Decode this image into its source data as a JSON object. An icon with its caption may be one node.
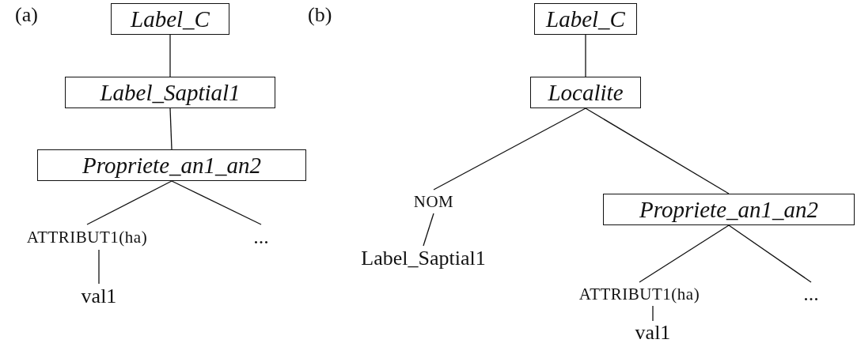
{
  "diagram": {
    "nodes": [
      {
        "text": [
          "Label_C"
        ]
      },
      {
        "text": [
          "Label_Saptial1"
        ]
      },
      {
        "text": [
          "Propriete_an1_an2"
        ]
      },
      {
        "text": [
          "ATTRIBUT1(ha)"
        ]
      },
      {
        "text": [
          "..."
        ]
      },
      {
        "text": [
          "val1"
        ]
      },
      {
        "text": [
          "Label_C"
        ]
      },
      {
        "text": [
          "Localite"
        ]
      },
      {
        "text": [
          "NOM"
        ]
      },
      {
        "text": [
          "Propriete_an1_an2"
        ]
      },
      {
        "text": [
          "Label_Saptial1"
        ]
      },
      {
        "text": [
          "ATTRIBUT1(ha)"
        ]
      },
      {
        "text": [
          "..."
        ]
      },
      {
        "text": [
          "val1"
        ]
      }
    ],
    "edges": [
      {
        "from": 0,
        "to": 1,
        "arrow": "none"
      },
      {
        "from": 1,
        "to": 2,
        "arrow": "none"
      },
      {
        "from": 2,
        "to": 3,
        "arrow": "none"
      },
      {
        "from": 2,
        "to": 4,
        "arrow": "none"
      },
      {
        "from": 3,
        "to": 5,
        "arrow": "none"
      },
      {
        "from": 6,
        "to": 7,
        "arrow": "none"
      },
      {
        "from": 7,
        "to": 8,
        "arrow": "none"
      },
      {
        "from": 7,
        "to": 9,
        "arrow": "none"
      },
      {
        "from": 8,
        "to": 10,
        "arrow": "none"
      },
      {
        "from": 9,
        "to": 11,
        "arrow": "none"
      },
      {
        "from": 9,
        "to": 12,
        "arrow": "none"
      },
      {
        "from": 11,
        "to": 13,
        "arrow": "none"
      }
    ],
    "labels": [
      "(a)",
      "(b)"
    ]
  }
}
